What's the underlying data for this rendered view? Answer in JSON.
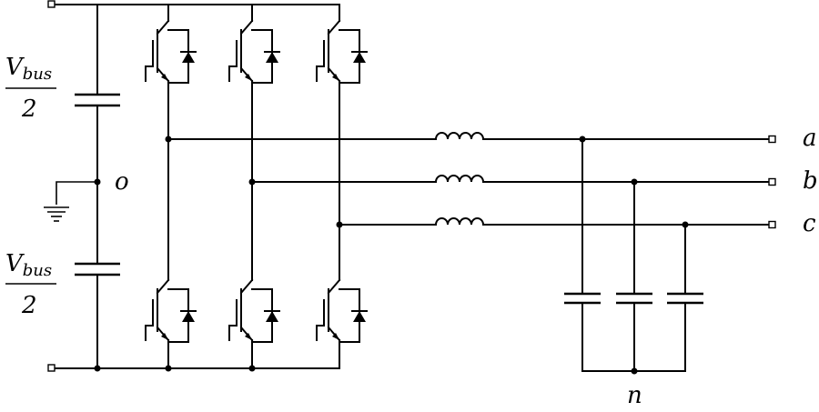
{
  "labels": {
    "vbus_top": {
      "main": "V",
      "sub": "bus",
      "den": "2"
    },
    "vbus_bottom": {
      "main": "V",
      "sub": "bus",
      "den": "2"
    },
    "midpoint": "o",
    "phase_a": "a",
    "phase_b": "b",
    "phase_c": "c",
    "neutral": "n"
  },
  "colors": {
    "line": "#000000",
    "background": "#ffffff"
  }
}
